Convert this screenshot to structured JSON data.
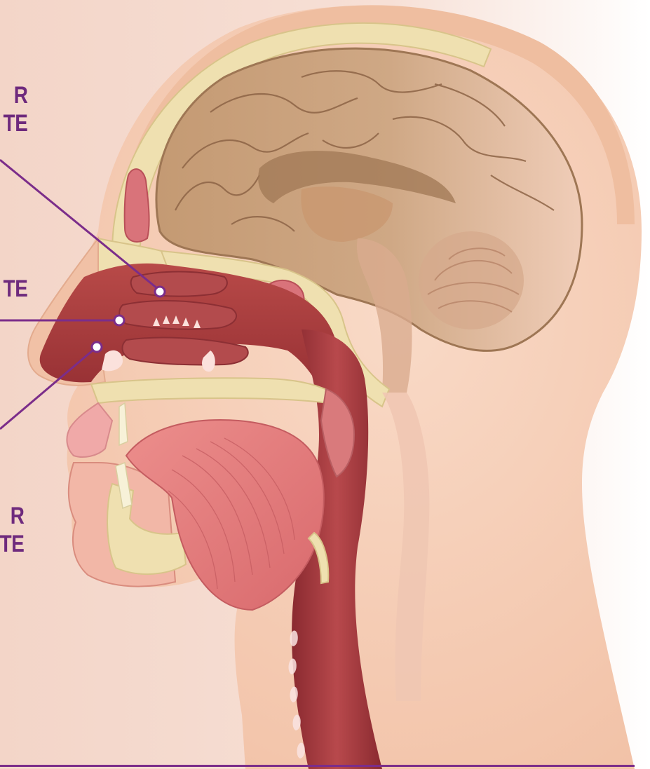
{
  "labels": {
    "top": [
      "R",
      "TE"
    ],
    "middle": [
      "TE"
    ],
    "bottom": [
      "R",
      "TE"
    ]
  },
  "colors": {
    "label_text": "#6e2a7d",
    "leader_line": "#7b2d8a",
    "background_left": "#f5d9cd",
    "skin": "#f6cdb6",
    "oral_cavity": "#a6363a",
    "tongue": "#e88383",
    "brain": "#c9a27d",
    "bone": "#efe0b0",
    "bottom_rule": "#7b2d8a"
  }
}
